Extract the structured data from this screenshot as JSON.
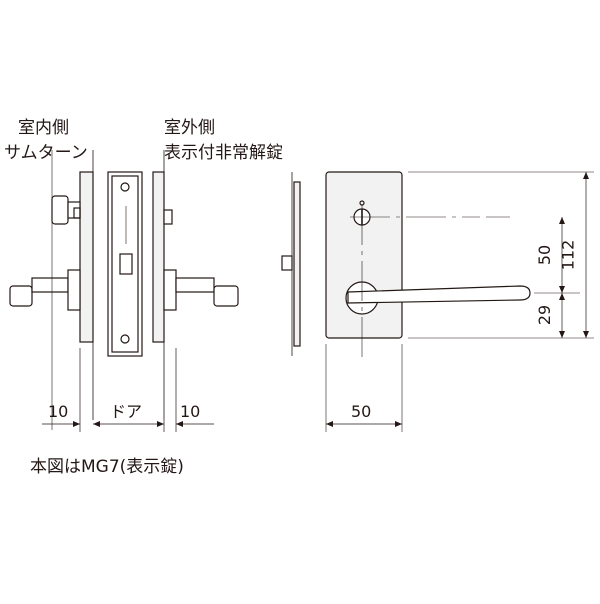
{
  "labels": {
    "inside_side": "室内側",
    "thumbturn": "サムターン",
    "outside_side": "室外側",
    "emergency_release": "表示付非常解錠"
  },
  "dimensions": {
    "left_offset": "10",
    "door": "ドア",
    "right_offset": "10",
    "plate_width": "50",
    "height_total": "112",
    "lever_to_turn": "50",
    "lever_to_bottom": "29"
  },
  "caption": "本図はMG7(表示錠)",
  "colors": {
    "line": "#231815",
    "plate_fill": "#f2f2f2",
    "background": "#ffffff"
  }
}
